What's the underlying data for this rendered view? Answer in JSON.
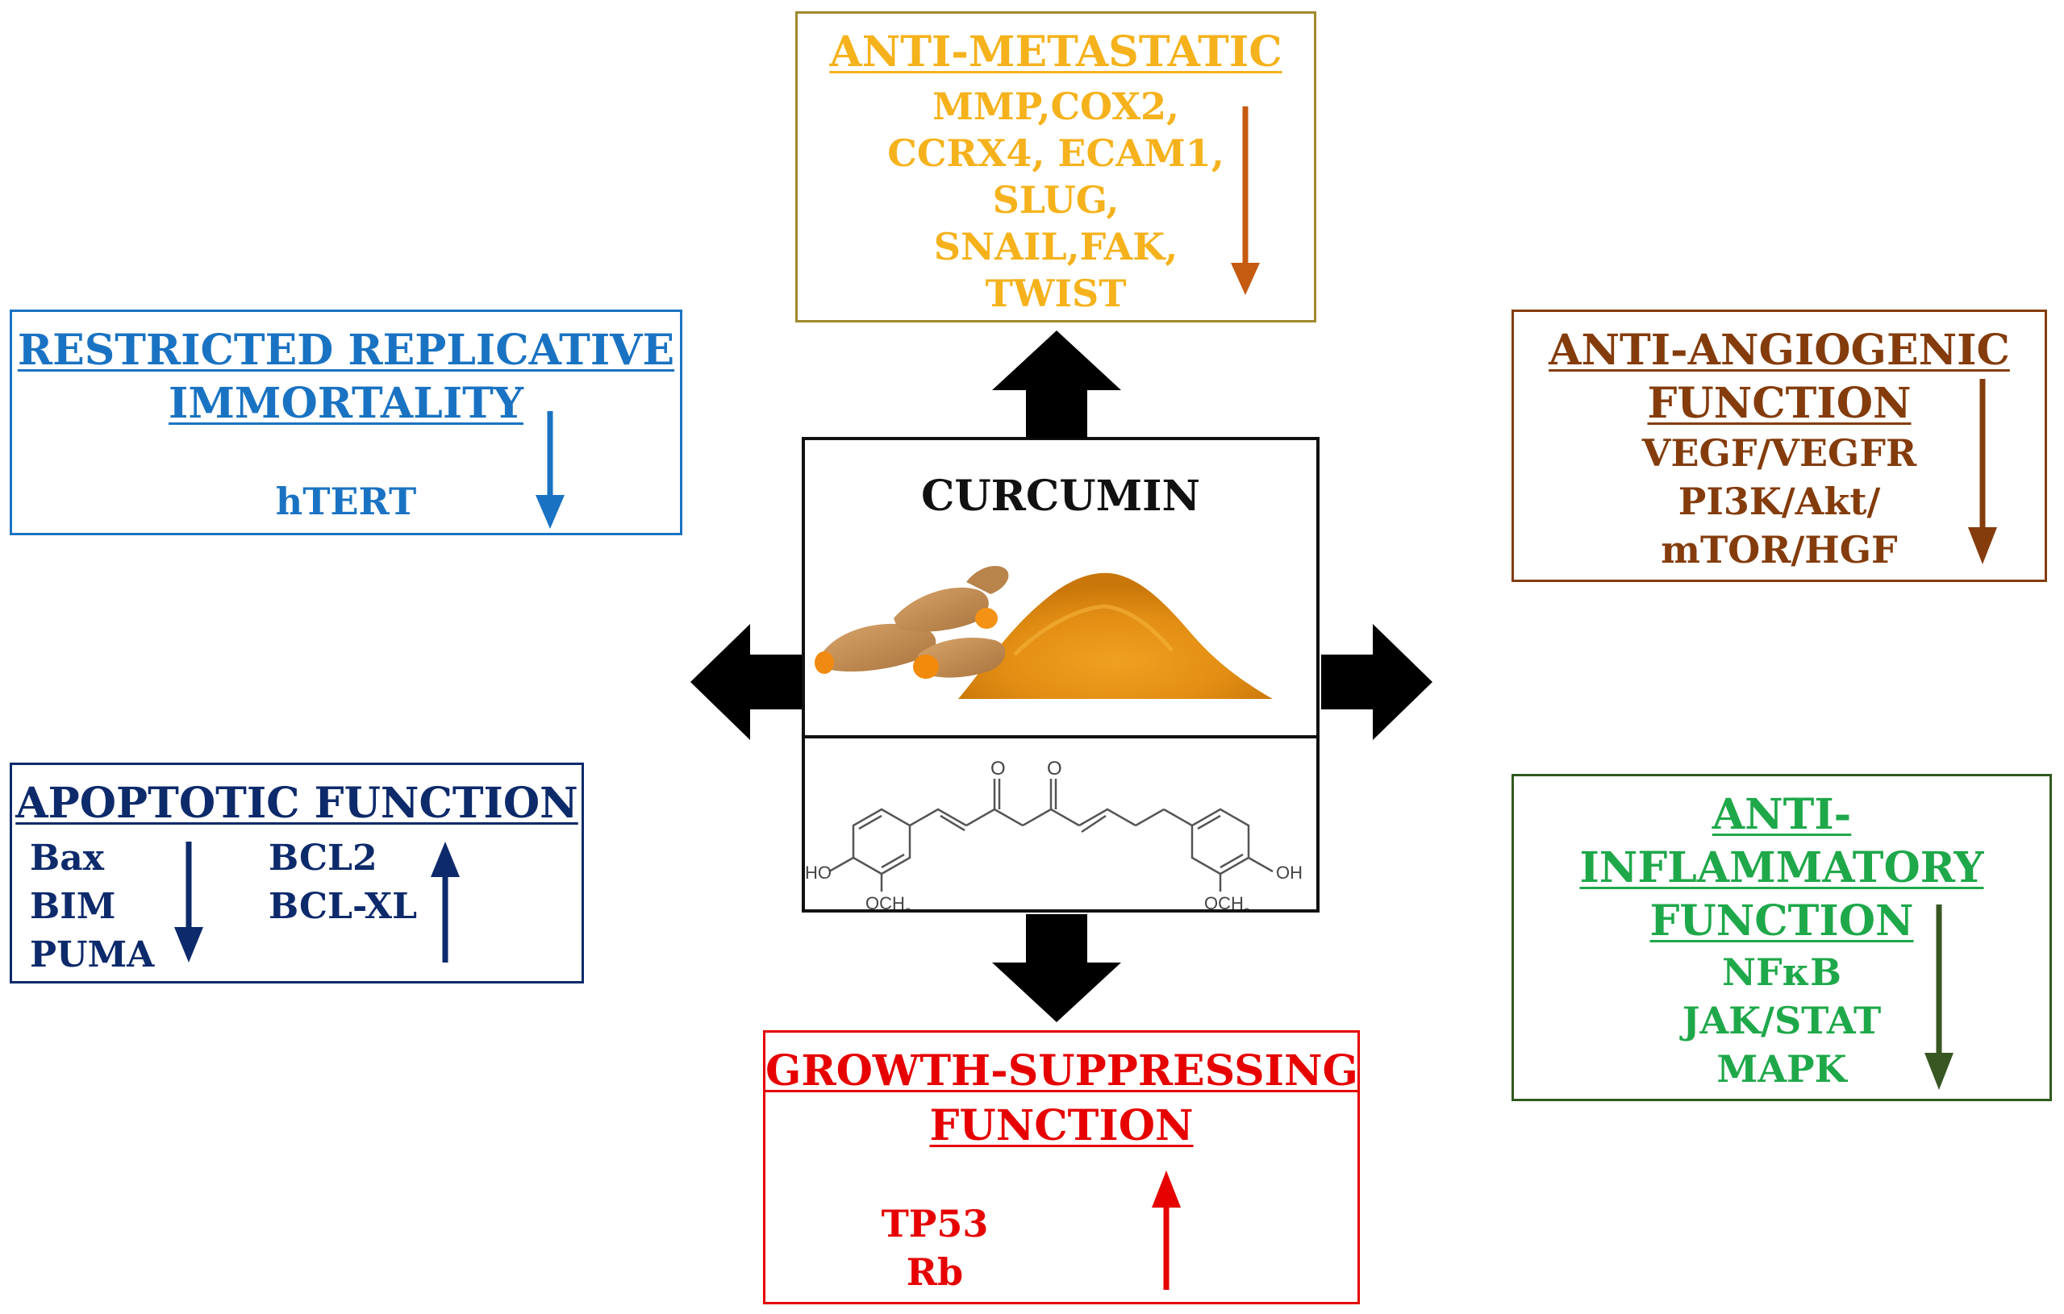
{
  "center": {
    "title": "CURCUMIN",
    "structure_labels": {
      "ho": "HO",
      "och3_left": "OCH",
      "och3_right": "OCH",
      "oh": "OH"
    }
  },
  "metastatic": {
    "title": "ANTI-METASTATIC",
    "lines": [
      "MMP,COX2,",
      "CCRX4, ECAM1,",
      "SLUG,",
      "SNAIL,FAK,",
      "TWIST"
    ],
    "direction": "down",
    "color": "#f5b21c",
    "border": "#a08a2e",
    "arrow_color": "#c55a11"
  },
  "replicative": {
    "title_lines": [
      "RESTRICTED REPLICATIVE",
      "IMMORTALITY"
    ],
    "lines": [
      "hTERT"
    ],
    "direction": "down",
    "color": "#1a73c2"
  },
  "angiogenic": {
    "title_lines": [
      "ANTI-ANGIOGENIC",
      "FUNCTION"
    ],
    "lines": [
      "VEGF/VEGFR",
      "PI3K/Akt/",
      "mTOR/HGF"
    ],
    "direction": "down",
    "color": "#843c0c"
  },
  "apoptotic": {
    "title": "APOPTOTIC FUNCTION",
    "down_list": [
      "Bax",
      "BIM",
      "PUMA"
    ],
    "up_list": [
      "BCL2",
      "BCL-XL"
    ],
    "color": "#0d2a6b"
  },
  "inflammatory": {
    "title_lines": [
      "ANTI-",
      "INFLAMMATORY",
      "FUNCTION"
    ],
    "lines": [
      "NFκB",
      "JAK/STAT",
      "MAPK"
    ],
    "direction": "down",
    "color": "#1fa84a",
    "border": "#2f5a1f",
    "arrow_color": "#385723"
  },
  "growth": {
    "title_lines": [
      "GROWTH-SUPPRESSING",
      "FUNCTION"
    ],
    "lines": [
      "TP53",
      "Rb"
    ],
    "direction": "up",
    "color": "#e60000"
  }
}
